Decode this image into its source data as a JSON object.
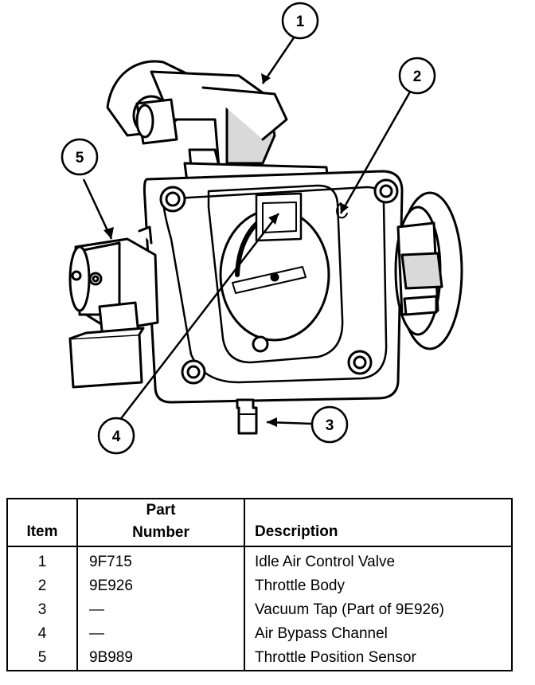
{
  "callouts": [
    "1",
    "2",
    "3",
    "4",
    "5"
  ],
  "table": {
    "headers": {
      "item": "Item",
      "part_line1": "Part",
      "part_line2": "Number",
      "description": "Description"
    },
    "rows": [
      {
        "item": "1",
        "part": "9F715",
        "description": "Idle Air Control Valve"
      },
      {
        "item": "2",
        "part": "9E926",
        "description": "Throttle Body"
      },
      {
        "item": "3",
        "part": "—",
        "description": "Vacuum Tap (Part of 9E926)"
      },
      {
        "item": "4",
        "part": "—",
        "description": "Air Bypass Channel"
      },
      {
        "item": "5",
        "part": "9B989",
        "description": "Throttle Position Sensor"
      }
    ]
  }
}
